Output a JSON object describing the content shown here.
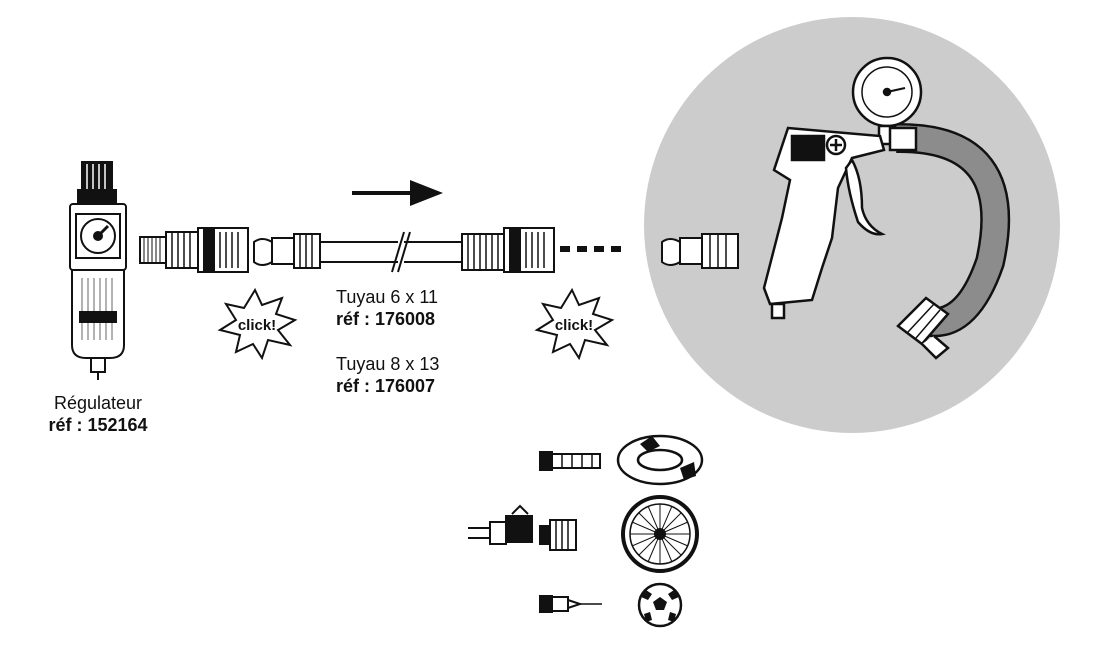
{
  "regulator": {
    "name": "Régulateur",
    "ref": "réf : 152164"
  },
  "hoses": [
    {
      "name": "Tuyau 6 x 11",
      "ref": "réf : 176008"
    },
    {
      "name": "Tuyau 8 x 13",
      "ref": "réf : 176007"
    }
  ],
  "click_bursts": [
    {
      "text": "click!"
    },
    {
      "text": "click!"
    }
  ],
  "accessories_icons": [
    "inner-tube-icon",
    "spoked-wheel-icon",
    "soccer-ball-icon"
  ],
  "colors": {
    "line": "#111111",
    "circle_bg": "#cccccc",
    "hose_gray": "#8c8c8c"
  }
}
